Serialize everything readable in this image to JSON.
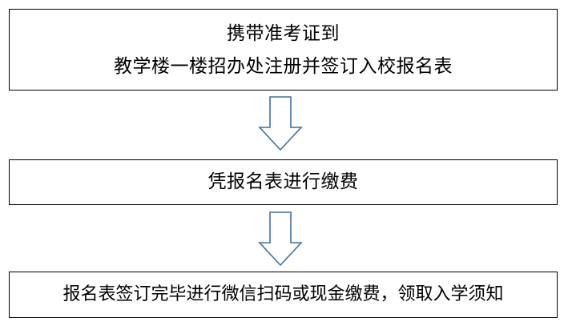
{
  "steps": [
    {
      "lines": [
        "携带准考证到",
        "教学楼一楼招办处注册并签订入校报名表"
      ]
    },
    {
      "lines": [
        "凭报名表进行缴费"
      ]
    },
    {
      "lines": [
        "报名表签订完毕进行微信扫码或现金缴费，领取入学须知"
      ]
    }
  ],
  "colors": {
    "box_border": "#000000",
    "arrow_stroke": "#41719c",
    "text": "#000000"
  },
  "icons": [
    "down-arrow-icon",
    "down-arrow-icon"
  ]
}
